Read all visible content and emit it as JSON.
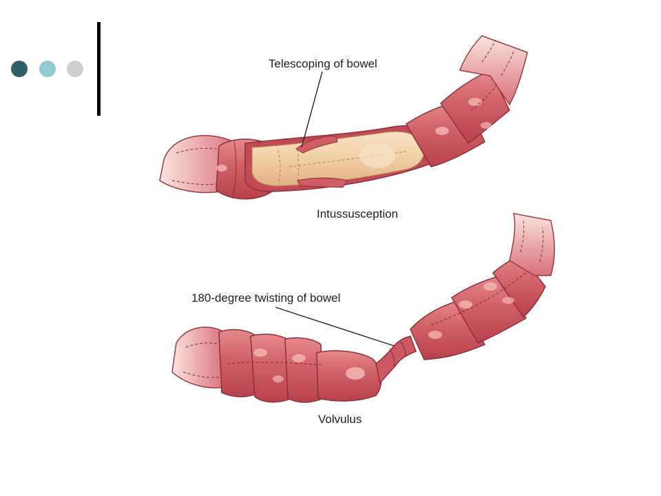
{
  "colors": {
    "dot_dark": "#2f5f66",
    "dot_teal": "#92ccd0",
    "dot_gray": "#cfcfcf",
    "accent_bar": "#000000",
    "bowel_red": "#c9525a",
    "bowel_light": "#f0b3ac",
    "inner_tan": "#f3d3ac"
  },
  "labels": {
    "telescoping": "Telescoping of bowel",
    "intussusception": "Intussusception",
    "twisting": "180-degree twisting of bowel",
    "volvulus": "Volvulus"
  }
}
